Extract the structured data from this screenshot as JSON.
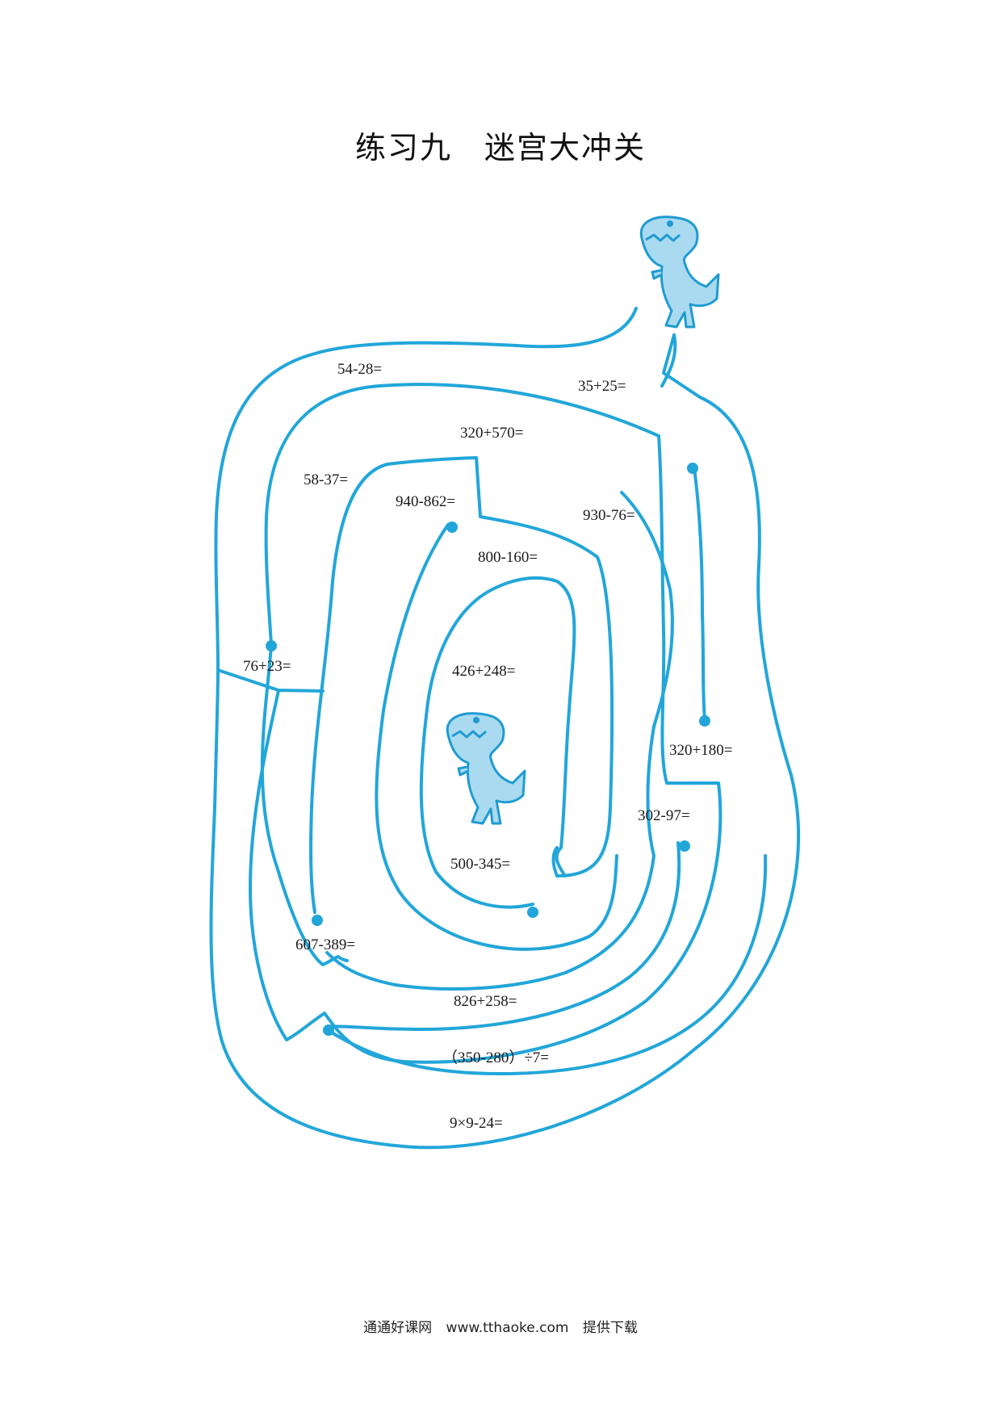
{
  "title": "练习九　迷宫大冲关",
  "colors": {
    "maze": "#22a6d9",
    "dino_fill": "#a9daf0",
    "dino_stroke": "#1f9bd1"
  },
  "equations": [
    "54-28=",
    "35+25=",
    "320+570=",
    "58-37=",
    "940-862=",
    "930-76=",
    "800-160=",
    "76+23=",
    "426+248=",
    "320+180=",
    "302-97=",
    "500-345=",
    "607-389=",
    "826+258=",
    "（350-280）÷7=",
    "9×9-24="
  ],
  "footer": {
    "site_name": "通通好课网",
    "url": "www.tthaoke.com",
    "action": "提供下载"
  },
  "icons": [
    "dinosaur-icon-start",
    "dinosaur-icon-goal",
    "maze-dot-icon"
  ]
}
